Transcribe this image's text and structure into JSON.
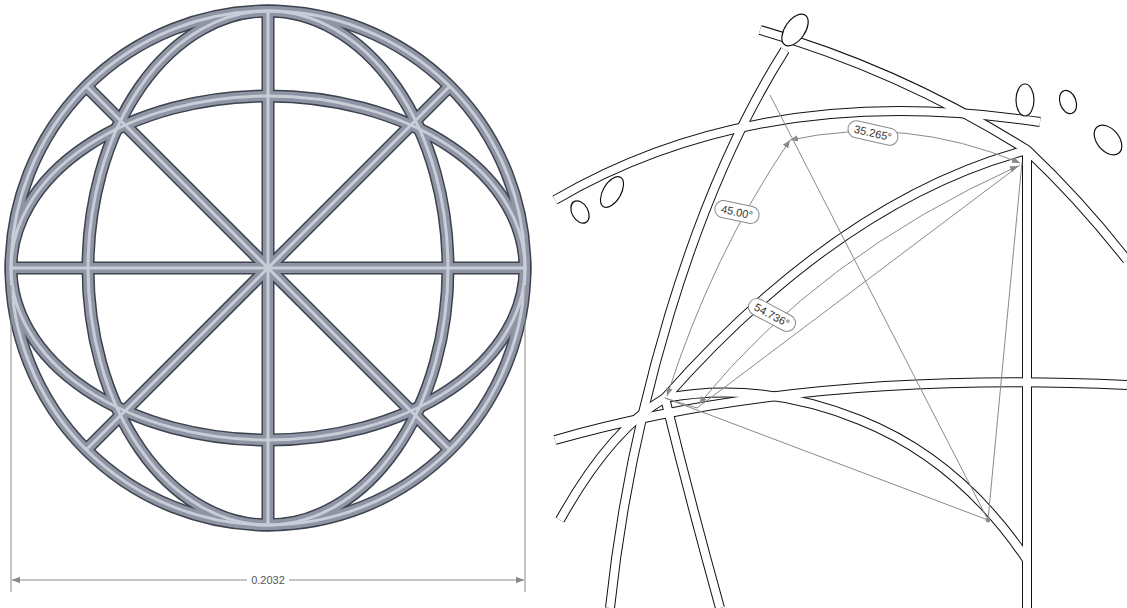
{
  "diagram": {
    "labels": [
      "0.2032",
      "35.265°",
      "45.00°",
      "54.736°"
    ]
  }
}
